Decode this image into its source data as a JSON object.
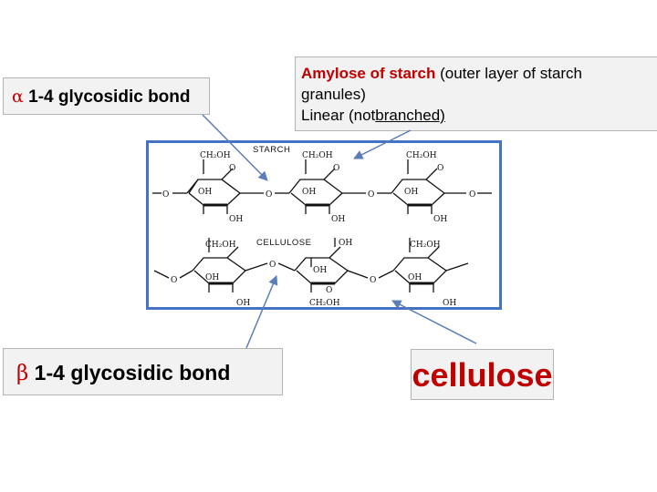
{
  "callouts": {
    "alpha": {
      "symbol": "α",
      "text": " 1-4 glycosidic  bond"
    },
    "amylose": {
      "emphasis": "Amylose of starch",
      "line1_rest": " (outer layer of starch",
      "line2": "granules)",
      "line3_a": "Linear (not",
      "line3_b": "branched)"
    },
    "beta": {
      "symbol": "β",
      "text": " 1-4 glycosidic  bond"
    },
    "cellulose": {
      "text": "cellulose"
    }
  },
  "figure": {
    "starch_header": "STARCH",
    "cellulose_header": "CELLULOSE",
    "ch2oh": "CH₂OH",
    "oh": "OH",
    "o": "O"
  },
  "colors": {
    "accent_red": "#c00000",
    "frame_blue": "#4472c4",
    "arrow_blue": "#5b7db8"
  }
}
